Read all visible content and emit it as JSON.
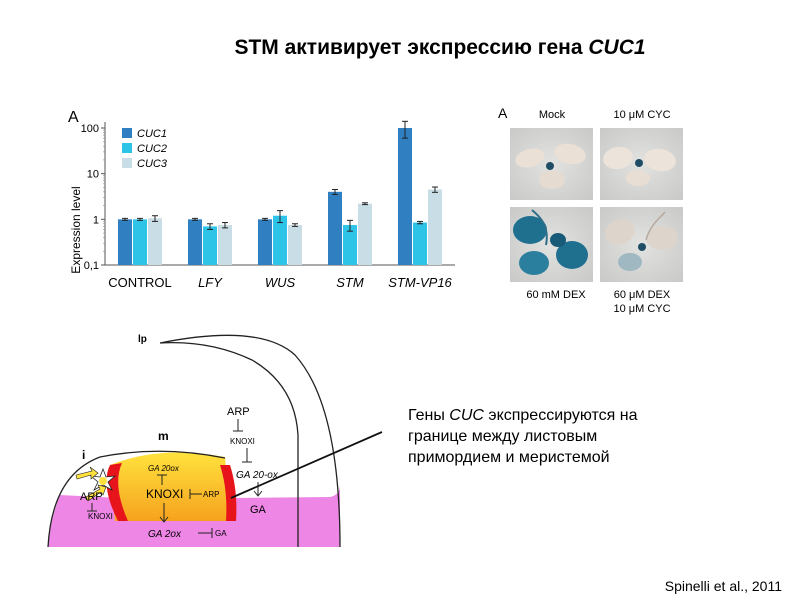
{
  "slide": {
    "title_main": "STM активирует экспрессию гена ",
    "title_gene": "CUC1",
    "caption": {
      "line1_gene": "CUC",
      "line1_rest": " экспрессируются на",
      "line1_start": "Гены ",
      "line2": "границе  между листовым",
      "line3": "примордием  и меристемой"
    },
    "citation": "Spinelli et al., 2011"
  },
  "chart_data": {
    "type": "bar",
    "panel_label": "A",
    "ylabel": "Expression level",
    "yscale": "log",
    "ylim": [
      0.1,
      100
    ],
    "yticks": [
      "100",
      "10",
      "1",
      "0,1"
    ],
    "categories": [
      "CONTROL",
      "LFY",
      "WUS",
      "STM",
      "STM-VP16"
    ],
    "series": [
      {
        "name": "CUC1",
        "color": "#2f7fc1",
        "values": [
          1.0,
          1.0,
          1.0,
          4.0,
          100
        ],
        "err": [
          0.05,
          0.05,
          0.05,
          0.5,
          40
        ]
      },
      {
        "name": "CUC2",
        "color": "#2ec4e8",
        "values": [
          1.0,
          0.7,
          1.2,
          0.75,
          0.85
        ],
        "err": [
          0.05,
          0.1,
          0.35,
          0.2,
          0.05
        ]
      },
      {
        "name": "CUC3",
        "color": "#c8dde6",
        "values": [
          1.05,
          0.75,
          0.75,
          2.2,
          4.5
        ],
        "err": [
          0.15,
          0.1,
          0.05,
          0.1,
          0.6
        ]
      }
    ]
  },
  "photos": {
    "panel_label": "A",
    "labels": {
      "mock": "Mock",
      "cyc_unit": "M CYC",
      "cyc_prefix": "10 ",
      "dex": "60 mM DEX",
      "dex2_l1_prefix": "60 ",
      "dex2_l1_unit": "M DEX",
      "dex2_l2_prefix": "10 ",
      "dex2_l2_unit": "M CYC",
      "mu": "μ"
    }
  },
  "diagram": {
    "labels": {
      "lp": "lp",
      "m": "m",
      "i": "i",
      "arp_top": "ARP",
      "knoxi_top": "KNOXI",
      "ga20ox_right": "GA 20-ox",
      "ga_right": "GA",
      "ga20ox_center": "GA 20ox",
      "knoxi_center": "KNOXI",
      "arp_center": "ARP",
      "arp_left": "ARP",
      "knoxi_left": "KNOXI",
      "ga2ox": "GA 2ox",
      "ga_bottom": "GA"
    }
  }
}
